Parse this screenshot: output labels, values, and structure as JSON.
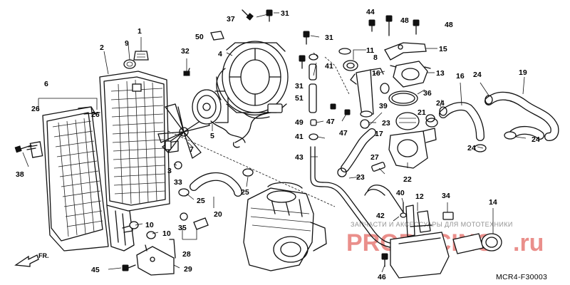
{
  "callouts": {
    "c1": "1",
    "c2": "2",
    "c3": "3",
    "c4": "4",
    "c5": "5",
    "c6": "6",
    "c7": "7",
    "c8": "8",
    "c9": "9",
    "c10a": "10",
    "c10b": "10",
    "c11": "11",
    "c12": "12",
    "c13": "13",
    "c14": "14",
    "c15": "15",
    "c16a": "16",
    "c16b": "16",
    "c17": "17",
    "c19": "19",
    "c20": "20",
    "c21": "21",
    "c22": "22",
    "c23a": "23",
    "c23b": "23",
    "c24a": "24",
    "c24b": "24",
    "c24c": "24",
    "c24d": "24",
    "c25a": "25",
    "c25b": "25",
    "c26a": "26",
    "c26b": "26",
    "c27": "27",
    "c28": "28",
    "c29": "29",
    "c31a": "31",
    "c31b": "31",
    "c31c": "31",
    "c32": "32",
    "c33": "33",
    "c34": "34",
    "c35": "35",
    "c36": "36",
    "c37": "37",
    "c38": "38",
    "c39": "39",
    "c40": "40",
    "c41a": "41",
    "c41b": "41",
    "c42": "42",
    "c43": "43",
    "c44": "44",
    "c45": "45",
    "c46": "46",
    "c47a": "47",
    "c47b": "47",
    "c48a": "48",
    "c48b": "48",
    "c49": "49",
    "c50": "50",
    "c51": "51"
  },
  "front_label": "FR.",
  "diagram_code": "MCR4-F30003",
  "watermark": {
    "caption": "ЗАПЧАСТИ И АКСЕССУАРЫ ДЛЯ МОТОТЕХНИКИ",
    "brand": "PRORACING",
    "domain": ".ru"
  },
  "colors": {
    "line": "#111111",
    "background": "#ffffff",
    "watermark_red": "#d9332b"
  }
}
